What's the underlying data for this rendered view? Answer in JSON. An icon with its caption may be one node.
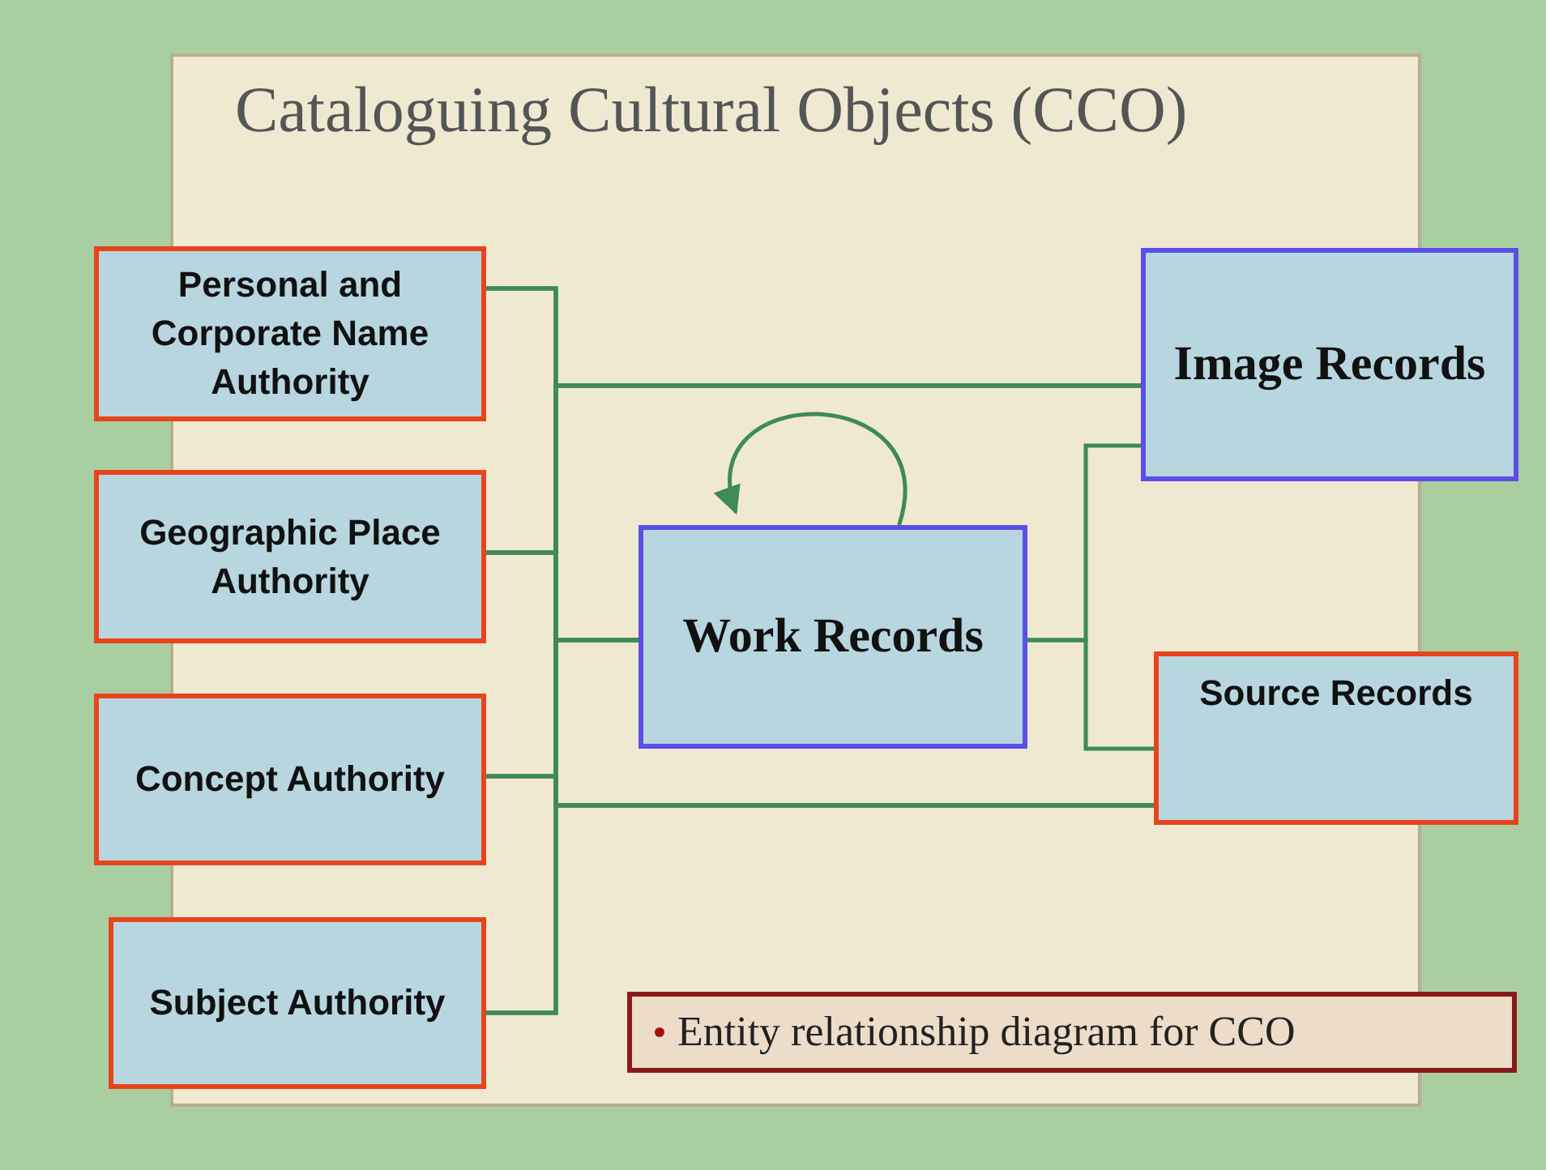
{
  "diagram": {
    "title": "Cataloguing Cultural Objects (CCO)",
    "nodes": [
      {
        "text": [
          "Personal and Corporate Name Authority"
        ]
      },
      {
        "text": [
          "Geographic Place Authority"
        ]
      },
      {
        "text": [
          "Concept Authority"
        ]
      },
      {
        "text": [
          "Subject Authority"
        ]
      },
      {
        "text": [
          "Work Records"
        ]
      },
      {
        "text": [
          "Image Records"
        ]
      },
      {
        "text": [
          "Source Records"
        ]
      }
    ],
    "edges": [
      {
        "from": 0,
        "to": 4,
        "arrow": "none"
      },
      {
        "from": 1,
        "to": 4,
        "arrow": "none"
      },
      {
        "from": 2,
        "to": 4,
        "arrow": "none"
      },
      {
        "from": 3,
        "to": 4,
        "arrow": "none"
      },
      {
        "from": 0,
        "to": 5,
        "arrow": "none"
      },
      {
        "from": 1,
        "to": 5,
        "arrow": "none"
      },
      {
        "from": 2,
        "to": 5,
        "arrow": "none"
      },
      {
        "from": 3,
        "to": 5,
        "arrow": "none"
      },
      {
        "from": 0,
        "to": 6,
        "arrow": "none"
      },
      {
        "from": 1,
        "to": 6,
        "arrow": "none"
      },
      {
        "from": 2,
        "to": 6,
        "arrow": "none"
      },
      {
        "from": 3,
        "to": 6,
        "arrow": "none"
      },
      {
        "from": 4,
        "to": 5,
        "arrow": "none"
      },
      {
        "from": 4,
        "to": 6,
        "arrow": "none"
      },
      {
        "from": 4,
        "to": 4,
        "arrow": "to"
      }
    ],
    "labels": [
      "Entity relationship diagram for CCO"
    ]
  }
}
